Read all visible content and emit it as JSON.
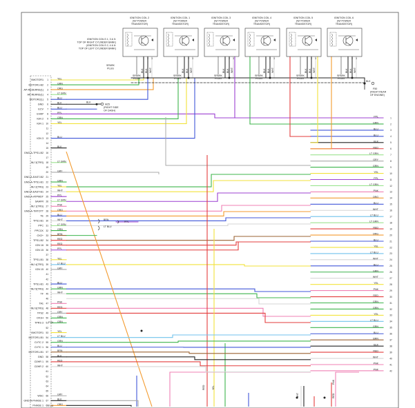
{
  "colors": {
    "YEL": "#f2e23a",
    "GRN": "#3cb44b",
    "ORG": "#f39a2d",
    "LT GRN": "#9be38f",
    "BLU": "#3f55d8",
    "BLK": "#222222",
    "PPL": "#9b3fd1",
    "GRY": "#a8a8a8",
    "WHT": "#d6d6d6",
    "RED": "#e33b3b",
    "PNK": "#ef7fb3",
    "LT BLU": "#6fc2ec",
    "BRN": "#9a6130"
  },
  "coils": [
    {
      "title": [
        "IGNITION COIL 2",
        "(W/ POWER",
        "TRANSISTOR)"
      ]
    },
    {
      "title": [
        "IGNITION COIL 1",
        "(W/ POWER",
        "TRANSISTOR)"
      ]
    },
    {
      "title": [
        "IGNITION COIL 3",
        "(W/ POWER",
        "TRANSISTOR)"
      ]
    },
    {
      "title": [
        "IGNITION COIL 4",
        "(W/ POWER",
        "TRANSISTOR)"
      ]
    },
    {
      "title": [
        "IGNITION COIL 5",
        "(W/ POWER",
        "TRANSISTOR)"
      ]
    },
    {
      "title": [
        "IGNITION COIL 6",
        "(W/ POWER",
        "TRANSISTOR)"
      ]
    }
  ],
  "coil_notes": [
    "IGNITION COILS 1, 3 & 5:",
    "TOP OF RIGHT CYLINDER BANK)",
    "(IGNITION COILS 2, 4 & 6:",
    "TOP OF LEFT CYLINDER BANK)"
  ],
  "spark_plug_label": [
    "SPARK",
    "PLUG"
  ],
  "ground_f50": [
    "F50",
    "(RIGHT REAR",
    "OF ENGINE)"
  ],
  "ground_m25": [
    "M25",
    "(RIGHT SIDE",
    "OF DASH)"
  ],
  "ecm_rows": [
    {
      "pin": "1",
      "name": "VMOTOR1",
      "color": "YEL"
    },
    {
      "pin": "2",
      "name": "MOTOR1-B2",
      "color": "GRN"
    },
    {
      "pin": "3",
      "name": "AP-REDERNS(1)",
      "color": "ORG"
    },
    {
      "pin": "4",
      "name": "AP-RERNS(1)",
      "color": "LT GRN"
    },
    {
      "pin": "5",
      "name": "MOTOR2(L)",
      "color": "BLU"
    },
    {
      "pin": "6",
      "name": "GND",
      "color": "BLK"
    },
    {
      "pin": "7",
      "name": "ECV",
      "color": "BLU"
    },
    {
      "pin": "8",
      "name": "EVAP",
      "color": "PPL"
    },
    {
      "pin": "9",
      "name": "IGN 2",
      "color": "GRN"
    },
    {
      "pin": "10",
      "name": "IGN 1",
      "color": "YEL"
    },
    {
      "pin": "11",
      "name": "",
      "color": ""
    },
    {
      "pin": "12",
      "name": "",
      "color": ""
    },
    {
      "pin": "13",
      "name": "IGN 3",
      "color": "BLU"
    },
    {
      "pin": "14",
      "name": "",
      "color": ""
    },
    {
      "pin": "15",
      "name": "",
      "color": "BLK"
    },
    {
      "pin": "16",
      "name": "GND-A-TPS1-B2",
      "color": ""
    },
    {
      "pin": "17",
      "name": "",
      "color": ""
    },
    {
      "pin": "18",
      "name": "INJ 3(TRS)",
      "color": "LT GRN"
    },
    {
      "pin": "19",
      "name": "",
      "color": ""
    },
    {
      "pin": "20",
      "name": "",
      "color": "GRY"
    },
    {
      "pin": "21",
      "name": "GND-A-EAST-B2",
      "color": ""
    },
    {
      "pin": "22",
      "name": "GND-A-TPS1-B1",
      "color": "GRN"
    },
    {
      "pin": "23",
      "name": "INJ 2(TRS)",
      "color": "YEL"
    },
    {
      "pin": "24",
      "name": "GND-A-EAST-B1",
      "color": "WHT"
    },
    {
      "pin": "25",
      "name": "GND-A-ATPMDT",
      "color": "PPL"
    },
    {
      "pin": "26",
      "name": "SAAFR",
      "color": "LT GRN"
    },
    {
      "pin": "27",
      "name": "INJ 1(TRS)",
      "color": "PNK"
    },
    {
      "pin": "28",
      "name": "GND-A-TMTOTT",
      "color": "ORG"
    },
    {
      "pin": "29",
      "name": "TE",
      "color": "BLU"
    },
    {
      "pin": "30",
      "name": "TPS1-B1",
      "color": "WHT"
    },
    {
      "pin": "31",
      "name": "PPC",
      "color": "LT GRN"
    },
    {
      "pin": "32",
      "name": "PPCCK",
      "color": "GRN"
    },
    {
      "pin": "33",
      "name": "OX2+",
      "color": "BRN"
    },
    {
      "pin": "34",
      "name": "TPS1-B2",
      "color": "RED"
    },
    {
      "pin": "35",
      "name": "IGN 16",
      "color": "RED"
    },
    {
      "pin": "36",
      "name": "IGN 15",
      "color": "PPL"
    },
    {
      "pin": "37",
      "name": "",
      "color": ""
    },
    {
      "pin": "38",
      "name": "TPS1-B1",
      "color": "YEL"
    },
    {
      "pin": "39",
      "name": "INJ 4(TRS)",
      "color": "LT BLU"
    },
    {
      "pin": "40",
      "name": "IGN 15",
      "color": "GRY"
    },
    {
      "pin": "41",
      "name": "",
      "color": ""
    },
    {
      "pin": "42",
      "name": "",
      "color": ""
    },
    {
      "pin": "43",
      "name": "TPS1-B1",
      "color": "BLU"
    },
    {
      "pin": "44",
      "name": "INJ 5(TRS)",
      "color": "GRN"
    },
    {
      "pin": "45",
      "name": "TF",
      "color": "WHT"
    },
    {
      "pin": "46",
      "name": "",
      "color": ""
    },
    {
      "pin": "47",
      "name": "TA1",
      "color": "PNK"
    },
    {
      "pin": "48",
      "name": "INJ 6(TRS)",
      "color": "RED"
    },
    {
      "pin": "49",
      "name": "TPS2",
      "color": "GRY"
    },
    {
      "pin": "50",
      "name": "OX1H",
      "color": "GRN"
    },
    {
      "pin": "51",
      "name": "TPRS 3",
      "color": "GRN"
    },
    {
      "pin": "52",
      "name": "",
      "color": ""
    },
    {
      "pin": "53",
      "name": "VMOTOR1",
      "color": "YEL"
    },
    {
      "pin": "54",
      "name": "MOTOR1-B1",
      "color": "LT BLU"
    },
    {
      "pin": "55",
      "name": "CVTC 2",
      "color": "GRN"
    },
    {
      "pin": "56",
      "name": "CVTC 1",
      "color": "BLU"
    },
    {
      "pin": "57",
      "name": "MOTOR1-B1",
      "color": "BRN"
    },
    {
      "pin": "58",
      "name": "GND",
      "color": "BLK"
    },
    {
      "pin": "59",
      "name": "O2HR 1",
      "color": "RED"
    },
    {
      "pin": "60",
      "name": "O2HR 2",
      "color": "WHT"
    },
    {
      "pin": "61",
      "name": "",
      "color": ""
    },
    {
      "pin": "62",
      "name": "",
      "color": ""
    },
    {
      "pin": "63",
      "name": "",
      "color": ""
    },
    {
      "pin": "64",
      "name": "",
      "color": ""
    },
    {
      "pin": "65",
      "name": "",
      "color": ""
    },
    {
      "pin": "66",
      "name": "WSC",
      "color": "GRY"
    },
    {
      "pin": "67",
      "name": "GND-A-PHASE 1",
      "color": "BLK"
    },
    {
      "pin": "68",
      "name": "PHASE 1",
      "color": "ORG"
    }
  ],
  "right_rows": [
    {
      "num": "1",
      "color": "PPL"
    },
    {
      "num": "2",
      "color": "GRN"
    },
    {
      "num": "3",
      "color": "BLU"
    },
    {
      "num": "4",
      "color": "BLU"
    },
    {
      "num": "5",
      "color": "BLK"
    },
    {
      "num": "6",
      "color": "RED"
    },
    {
      "num": "7",
      "color": "LT GRN"
    },
    {
      "num": "8",
      "color": "GRY"
    },
    {
      "num": "9",
      "color": "GRN"
    },
    {
      "num": "10",
      "color": "YEL"
    },
    {
      "num": "11",
      "color": "PPL"
    },
    {
      "num": "12",
      "color": "LT GRN"
    },
    {
      "num": "13",
      "color": "PNK"
    },
    {
      "num": "14",
      "color": "ORG"
    },
    {
      "num": "15",
      "color": "BLU"
    },
    {
      "num": "16",
      "color": "WHT"
    },
    {
      "num": "17",
      "color": "LT BLU"
    },
    {
      "num": "18",
      "color": "LT GRN"
    },
    {
      "num": "19",
      "color": "RED"
    },
    {
      "num": "20",
      "color": "ORG"
    },
    {
      "num": "21",
      "color": "BLU"
    },
    {
      "num": "22",
      "color": "YEL"
    },
    {
      "num": "23",
      "color": "LT BLU"
    },
    {
      "num": "24",
      "color": "WHT"
    },
    {
      "num": "25",
      "color": "BLU"
    },
    {
      "num": "26",
      "color": "GRN"
    },
    {
      "num": "27",
      "color": "WHT"
    },
    {
      "num": "28",
      "color": "YEL"
    },
    {
      "num": "29",
      "color": "PNK"
    },
    {
      "num": "30",
      "color": "RED"
    },
    {
      "num": "31",
      "color": "GRN"
    },
    {
      "num": "32",
      "color": "GRN"
    },
    {
      "num": "33",
      "color": "YEL"
    },
    {
      "num": "34",
      "color": "LT BLU"
    },
    {
      "num": "35",
      "color": "GRN"
    },
    {
      "num": "36",
      "color": "BLU"
    },
    {
      "num": "37",
      "color": "BRN"
    },
    {
      "num": "38",
      "color": "BLK"
    },
    {
      "num": "39",
      "color": "RED"
    },
    {
      "num": "40",
      "color": "WHT"
    },
    {
      "num": "41",
      "color": "PNK"
    },
    {
      "num": "42",
      "color": "PNK"
    }
  ],
  "coil_pin_labels": [
    "BLK",
    "BLK",
    "WHT"
  ],
  "misc_labels": {
    "blk": "BLK",
    "brn": "BRN",
    "ltblu": "LT BLU",
    "ppl": "PPL",
    "red": "RED",
    "yel": "YEL",
    "wht": "WHT",
    "pnk": "PNK",
    "f101": "F101",
    "f102": "F102"
  }
}
